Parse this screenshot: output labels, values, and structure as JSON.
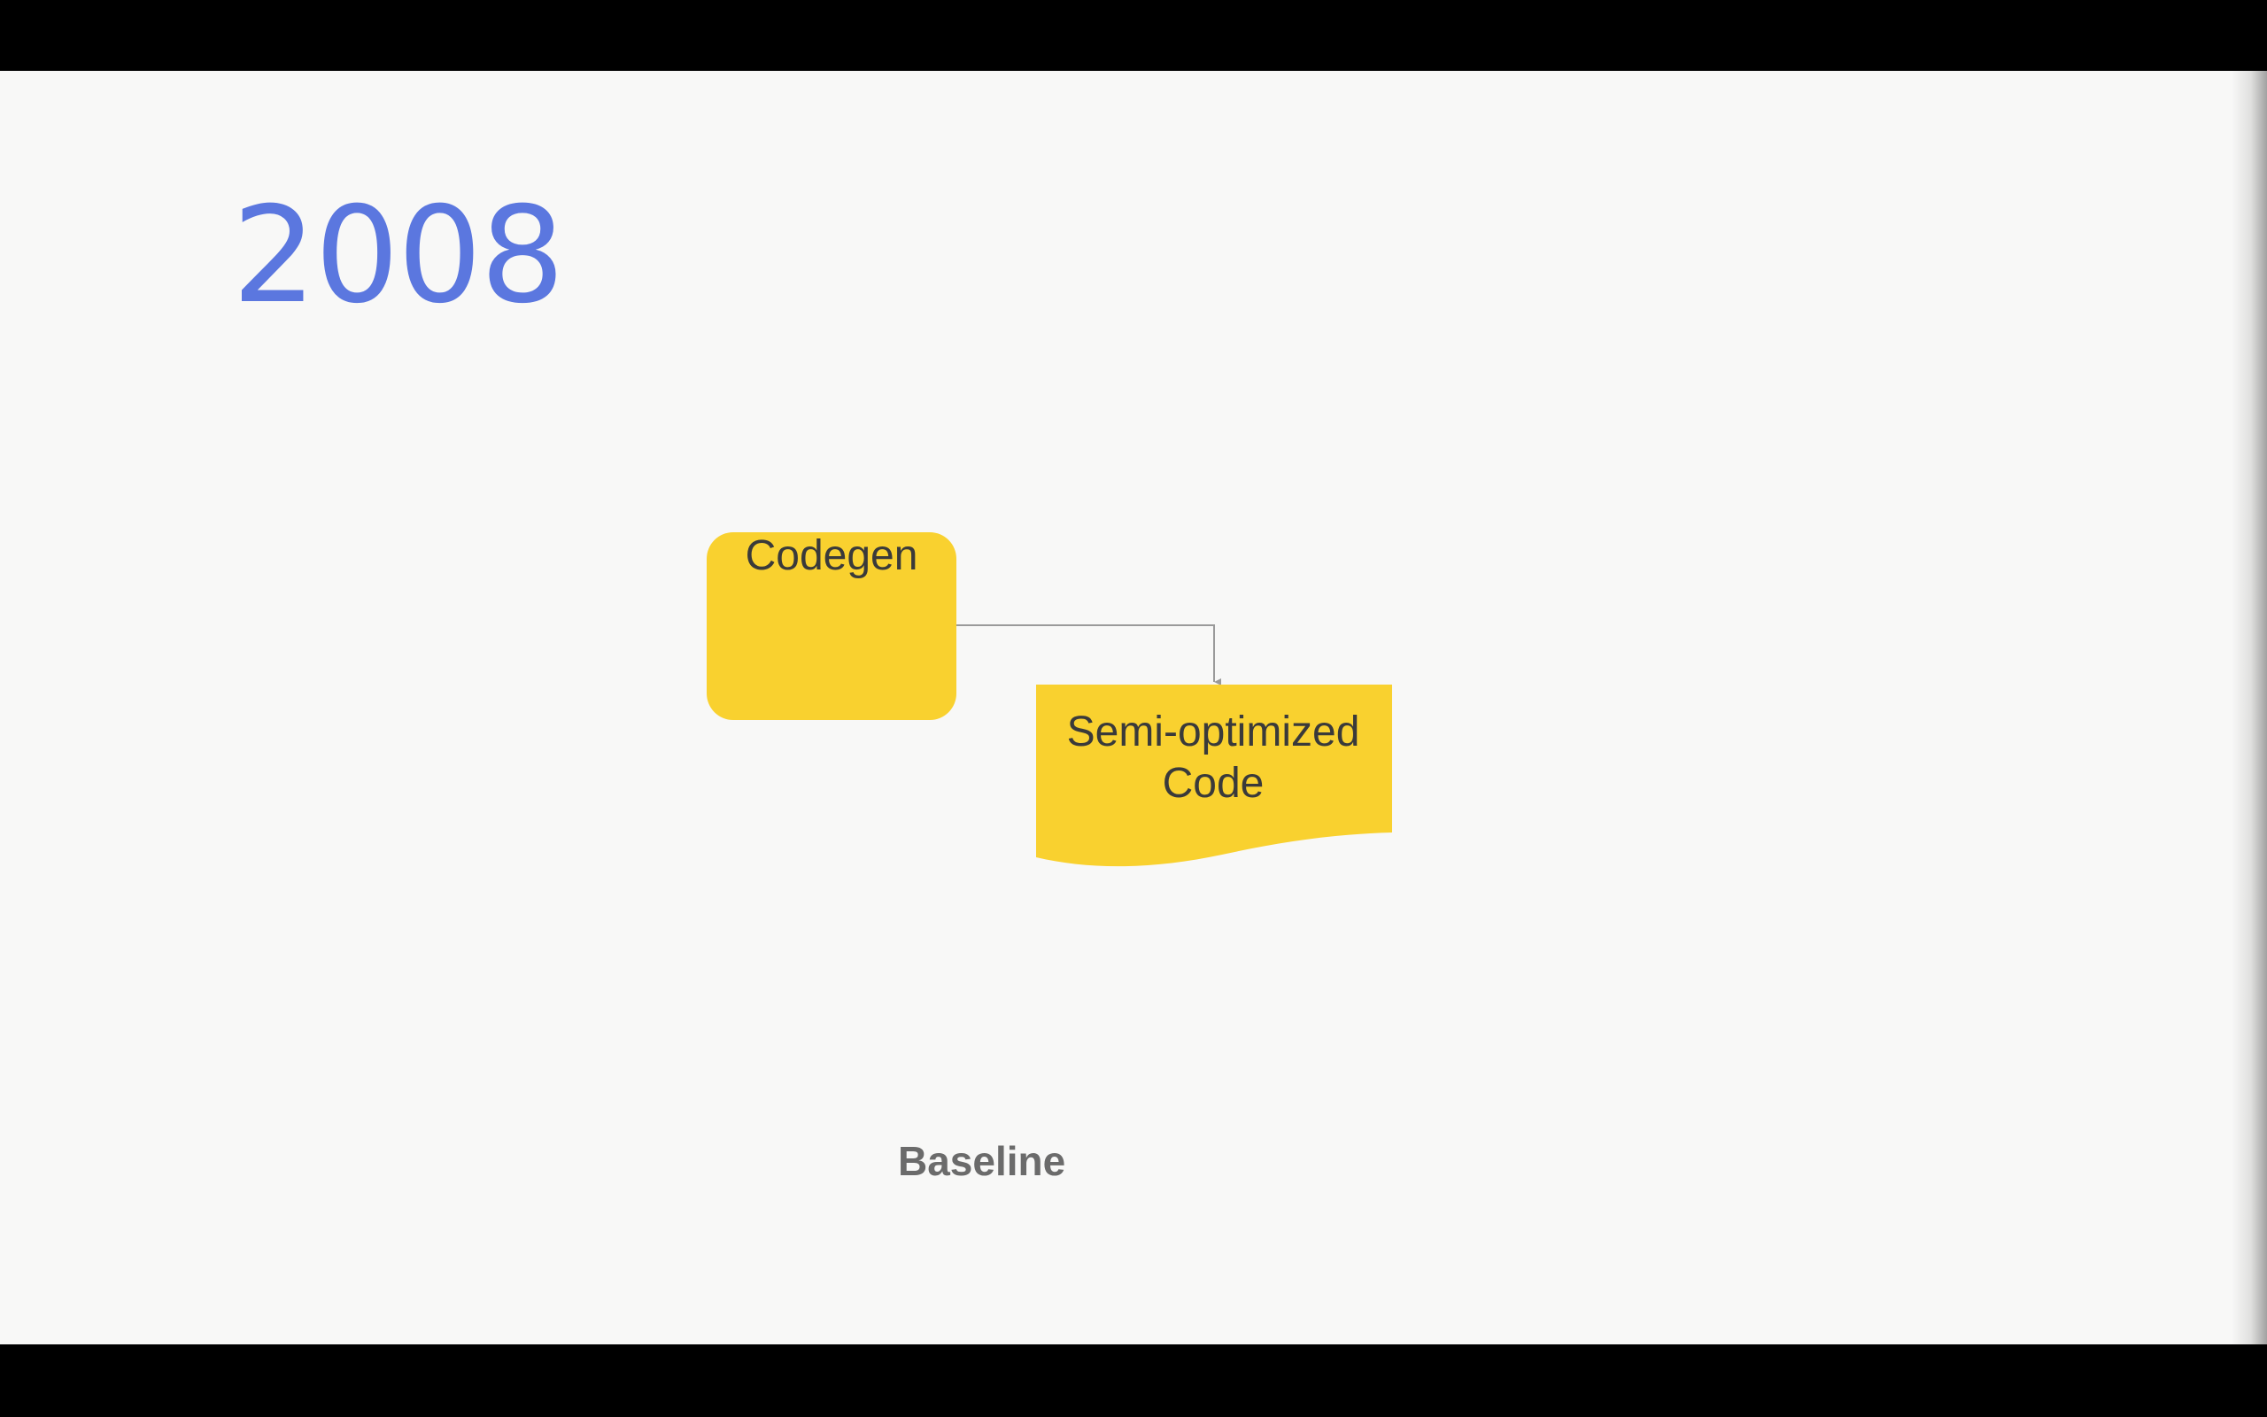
{
  "slide": {
    "title": "2008",
    "caption": "Baseline",
    "colors": {
      "background": "#f8f8f7",
      "title": "#5b77df",
      "node_fill": "#f9d12f",
      "node_text": "#3a3a3a",
      "connector": "#9a9a9a",
      "caption": "#6b6b6b"
    }
  },
  "diagram": {
    "nodes": [
      {
        "id": "codegen",
        "shape": "rounded-rectangle",
        "label": "Codegen"
      },
      {
        "id": "output",
        "shape": "document",
        "label": "Semi-optimized Code"
      }
    ],
    "edges": [
      {
        "from": "codegen",
        "to": "output",
        "style": "elbow-arrow"
      }
    ]
  }
}
